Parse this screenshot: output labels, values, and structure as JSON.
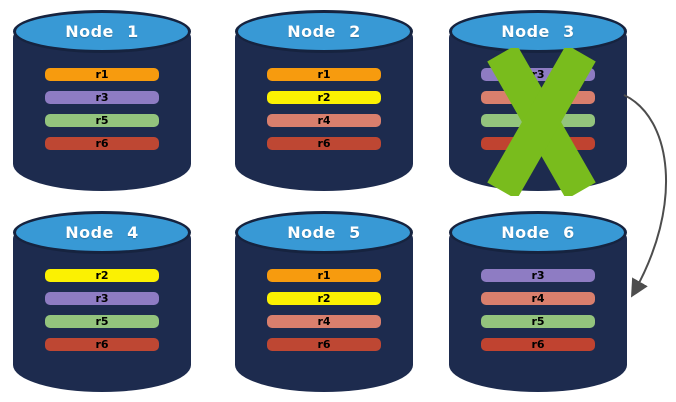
{
  "diagram": {
    "description": "replicated-database-nodes",
    "colors": {
      "cylinder_body": "#1D2B4E",
      "cylinder_top": "#3899D5",
      "cylinder_top_border": "#16233F",
      "title_text": "#FFFFFF",
      "bar_text": "#000000",
      "x_mark": "#79BC1D",
      "arrow": "#4D4D4D"
    },
    "nodes": [
      {
        "title": "Node 1",
        "failed": false,
        "bars": [
          {
            "label": "r1",
            "color": "#F79B0E"
          },
          {
            "label": "r3",
            "color": "#8E7CC3"
          },
          {
            "label": "r5",
            "color": "#93C47D"
          },
          {
            "label": "r6",
            "color": "#BE4733"
          }
        ]
      },
      {
        "title": "Node 2",
        "failed": false,
        "bars": [
          {
            "label": "r1",
            "color": "#F79B0E"
          },
          {
            "label": "r2",
            "color": "#FBF102"
          },
          {
            "label": "r4",
            "color": "#D97F6D"
          },
          {
            "label": "r6",
            "color": "#BE4733"
          }
        ]
      },
      {
        "title": "Node 3",
        "failed": true,
        "bars": [
          {
            "label": "r3",
            "color": "#8E7CC3"
          },
          {
            "label": "",
            "color": "#D97F6D"
          },
          {
            "label": "",
            "color": "#93C47D"
          },
          {
            "label": "",
            "color": "#C04330"
          }
        ]
      },
      {
        "title": "Node 4",
        "failed": false,
        "bars": [
          {
            "label": "r2",
            "color": "#FBF102"
          },
          {
            "label": "r3",
            "color": "#8E7CC3"
          },
          {
            "label": "r5",
            "color": "#93C47D"
          },
          {
            "label": "r6",
            "color": "#BE4733"
          }
        ]
      },
      {
        "title": "Node 5",
        "failed": false,
        "bars": [
          {
            "label": "r1",
            "color": "#F79B0E"
          },
          {
            "label": "r2",
            "color": "#FBF102"
          },
          {
            "label": "r4",
            "color": "#D97F6D"
          },
          {
            "label": "r6",
            "color": "#BE4733"
          }
        ]
      },
      {
        "title": "Node 6",
        "failed": false,
        "bars": [
          {
            "label": "r3",
            "color": "#8E7CC3"
          },
          {
            "label": "r4",
            "color": "#D97F6D"
          },
          {
            "label": "r5",
            "color": "#93C47D"
          },
          {
            "label": "r6",
            "color": "#C04330"
          }
        ]
      }
    ],
    "annotations": {
      "failure_x_on_node": "Node 3",
      "arrow": {
        "from": "Node 3",
        "to": "Node 6"
      }
    }
  }
}
